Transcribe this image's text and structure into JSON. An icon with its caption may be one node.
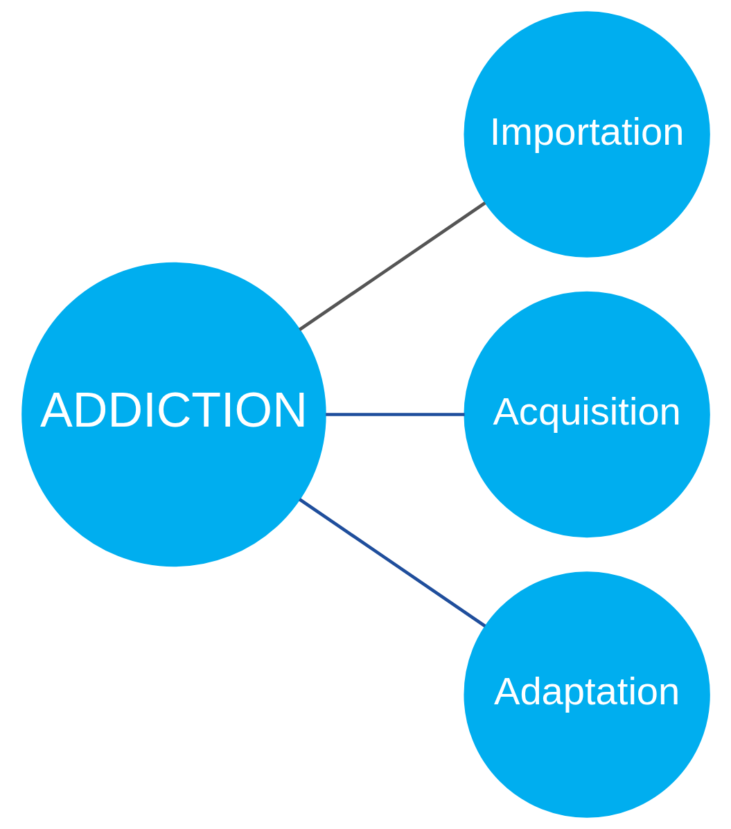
{
  "diagram": {
    "nodes": [
      {
        "text": [
          "ADDICTION"
        ]
      },
      {
        "text": [
          "Importation"
        ]
      },
      {
        "text": [
          "Acquisition"
        ]
      },
      {
        "text": [
          "Adaptation"
        ]
      }
    ],
    "edges": [
      {
        "from": 0,
        "to": 1,
        "arrow": "none",
        "color": "#555555"
      },
      {
        "from": 0,
        "to": 2,
        "arrow": "none"
      },
      {
        "from": 0,
        "to": 3,
        "arrow": "none"
      }
    ]
  }
}
